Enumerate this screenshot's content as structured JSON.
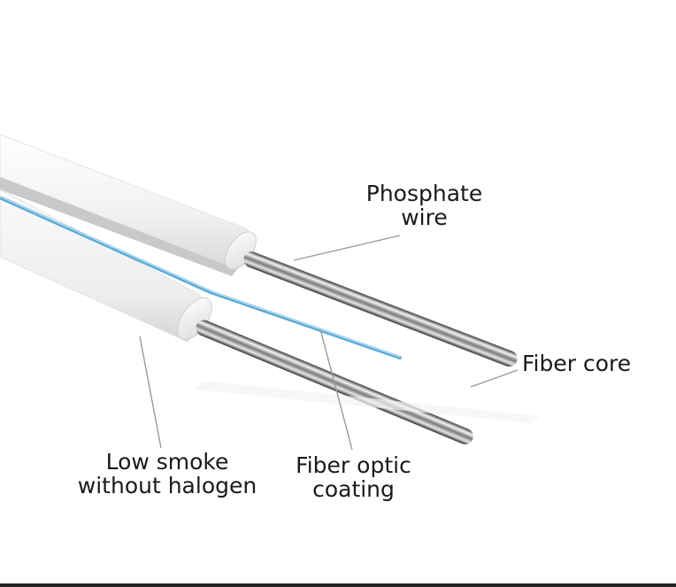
{
  "labels": {
    "phosphate_wire": [
      "Phosphate",
      "wire"
    ],
    "fiber_core": [
      "Fiber core"
    ],
    "low_smoke": [
      "Low smoke",
      "without halogen"
    ],
    "fiber_optic_coating": [
      "Fiber optic",
      "coating"
    ]
  },
  "colors": {
    "sheath": "#f2f2f2",
    "fiber": "#5aa9d6",
    "steel": "#8a8a8a",
    "leader_line": "#9a9a9a",
    "text": "#1a1a1a"
  }
}
